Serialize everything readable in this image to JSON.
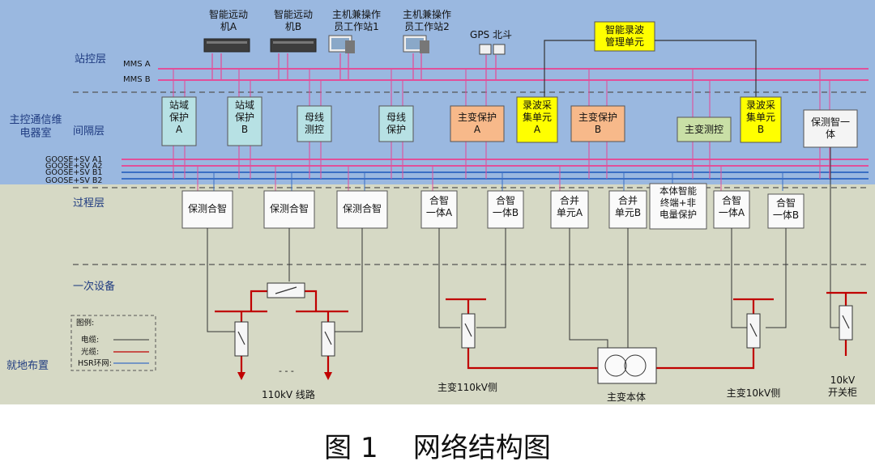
{
  "regions": {
    "control_room": "主控通信维\n电器室",
    "local": "就地布置"
  },
  "layers": {
    "station": "站控层",
    "bay": "间隔层",
    "process": "过程层",
    "primary": "一次设备"
  },
  "buses": {
    "mms_a": "MMS A",
    "mms_b": "MMS B",
    "goose_a1": "GOOSE+SV A1",
    "goose_a2": "GOOSE+SV A2",
    "goose_b1": "GOOSE+SV B1",
    "goose_b2": "GOOSE+SV B2"
  },
  "station_devices": {
    "remote_a": "智能远动\n机A",
    "remote_b": "智能远动\n机B",
    "host_ws1": "主机兼操作\n员工作站1",
    "host_ws2": "主机兼操作\n员工作站2",
    "gps": "GPS 北斗",
    "recorder_mgmt": "智能录波\n管理单元"
  },
  "bay_devices": {
    "station_area_a": "站域\n保护\nA",
    "station_area_b": "站域\n保护\nB",
    "bus_mc": "母线\n测控",
    "bus_prot": "母线\n保护",
    "xfmr_prot_a": "主变保护\nA",
    "rec_a": "录波采\n集单元\nA",
    "xfmr_prot_b": "主变保护\nB",
    "xfmr_mc": "主变测控",
    "rec_b": "录波采\n集单元\nB",
    "prot_mc": "保测智一\n体"
  },
  "process_devices": {
    "pm1": "保测合智",
    "pm2": "保测合智",
    "pm3": "保测合智",
    "mi_a1": "合智\n一体A",
    "mi_b1": "合智\n一体B",
    "mu_a": "合并\n单元A",
    "mu_b": "合并\n单元B",
    "body": "本体智能\n终端+非\n电量保护",
    "mi_a2": "合智\n一体A",
    "mi_b2": "合智\n一体B"
  },
  "legend": {
    "title": "图例:",
    "cable": "电缆:",
    "fiber": "光缆:",
    "hsr": "HSR环网:"
  },
  "bottom_labels": {
    "line_110": "110kV 线路",
    "xfmr_110": "主变110kV侧",
    "xfmr_body": "主变本体",
    "xfmr_10": "主变10kV侧",
    "cabinet_10": "10kV\n开关柜",
    "dots": "- - -"
  },
  "caption": "图 1    网络结构图",
  "colors": {
    "top_bg": "#9ab8e0",
    "bottom_bg": "#d6d9c5",
    "mms": "#e0509a",
    "goose_a": "#e0509a",
    "goose_b": "#3a6fc4",
    "red": "#c00000",
    "cyan_box": "#b7e1e4",
    "orange_box": "#f7b98a",
    "yellow_box": "#ffff00",
    "green_box": "#c9dfa6"
  }
}
